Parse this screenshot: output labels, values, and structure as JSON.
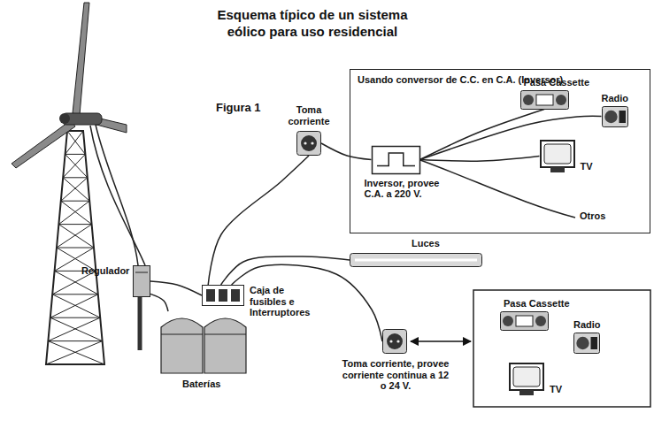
{
  "diagram": {
    "title": "Esquema típico de un sistema eólico para uso residencial",
    "nodes": [
      {
        "text": [
          "Usando conversor de C.C. en C.A. (Inversor)"
        ]
      },
      {
        "text": [
          "Inversor, provee C.A. a 220 V."
        ],
        "in": 0
      },
      {
        "text": [
          "Pasa Cassette"
        ],
        "in": 0
      },
      {
        "text": [
          "Radio"
        ],
        "in": 0
      },
      {
        "text": [
          "TV"
        ],
        "in": 0
      },
      {
        "text": [
          "Toma corriente"
        ]
      },
      {
        "text": [
          "Regulador"
        ]
      },
      {
        "text": [
          "Baterías"
        ]
      },
      {
        "text": [
          "Caja de fusibles e Interruptores"
        ]
      },
      {
        "text": [
          "Luces"
        ]
      },
      {
        "text": [
          "Toma corriente, provee corriente continua a 12 o 24 V."
        ]
      },
      {
        "text": [
          "Pasa Cassette"
        ]
      },
      {
        "text": [
          "Radio"
        ]
      },
      {
        "text": [
          "TV"
        ]
      }
    ],
    "edges": [
      {
        "from": 6,
        "to": 7,
        "arrow": "none"
      },
      {
        "from": 6,
        "to": 8,
        "arrow": "none"
      },
      {
        "from": 8,
        "to": 5,
        "arrow": "none"
      },
      {
        "from": 8,
        "to": 9,
        "arrow": "none"
      },
      {
        "from": 8,
        "to": 10,
        "arrow": "none"
      },
      {
        "from": 5,
        "to": 1,
        "arrow": "none"
      },
      {
        "from": 1,
        "to": 2,
        "arrow": "none"
      },
      {
        "from": 1,
        "to": 3,
        "arrow": "none"
      },
      {
        "from": 1,
        "to": 4,
        "arrow": "none"
      }
    ],
    "labels": [
      "Figura 1",
      "Otros"
    ]
  }
}
